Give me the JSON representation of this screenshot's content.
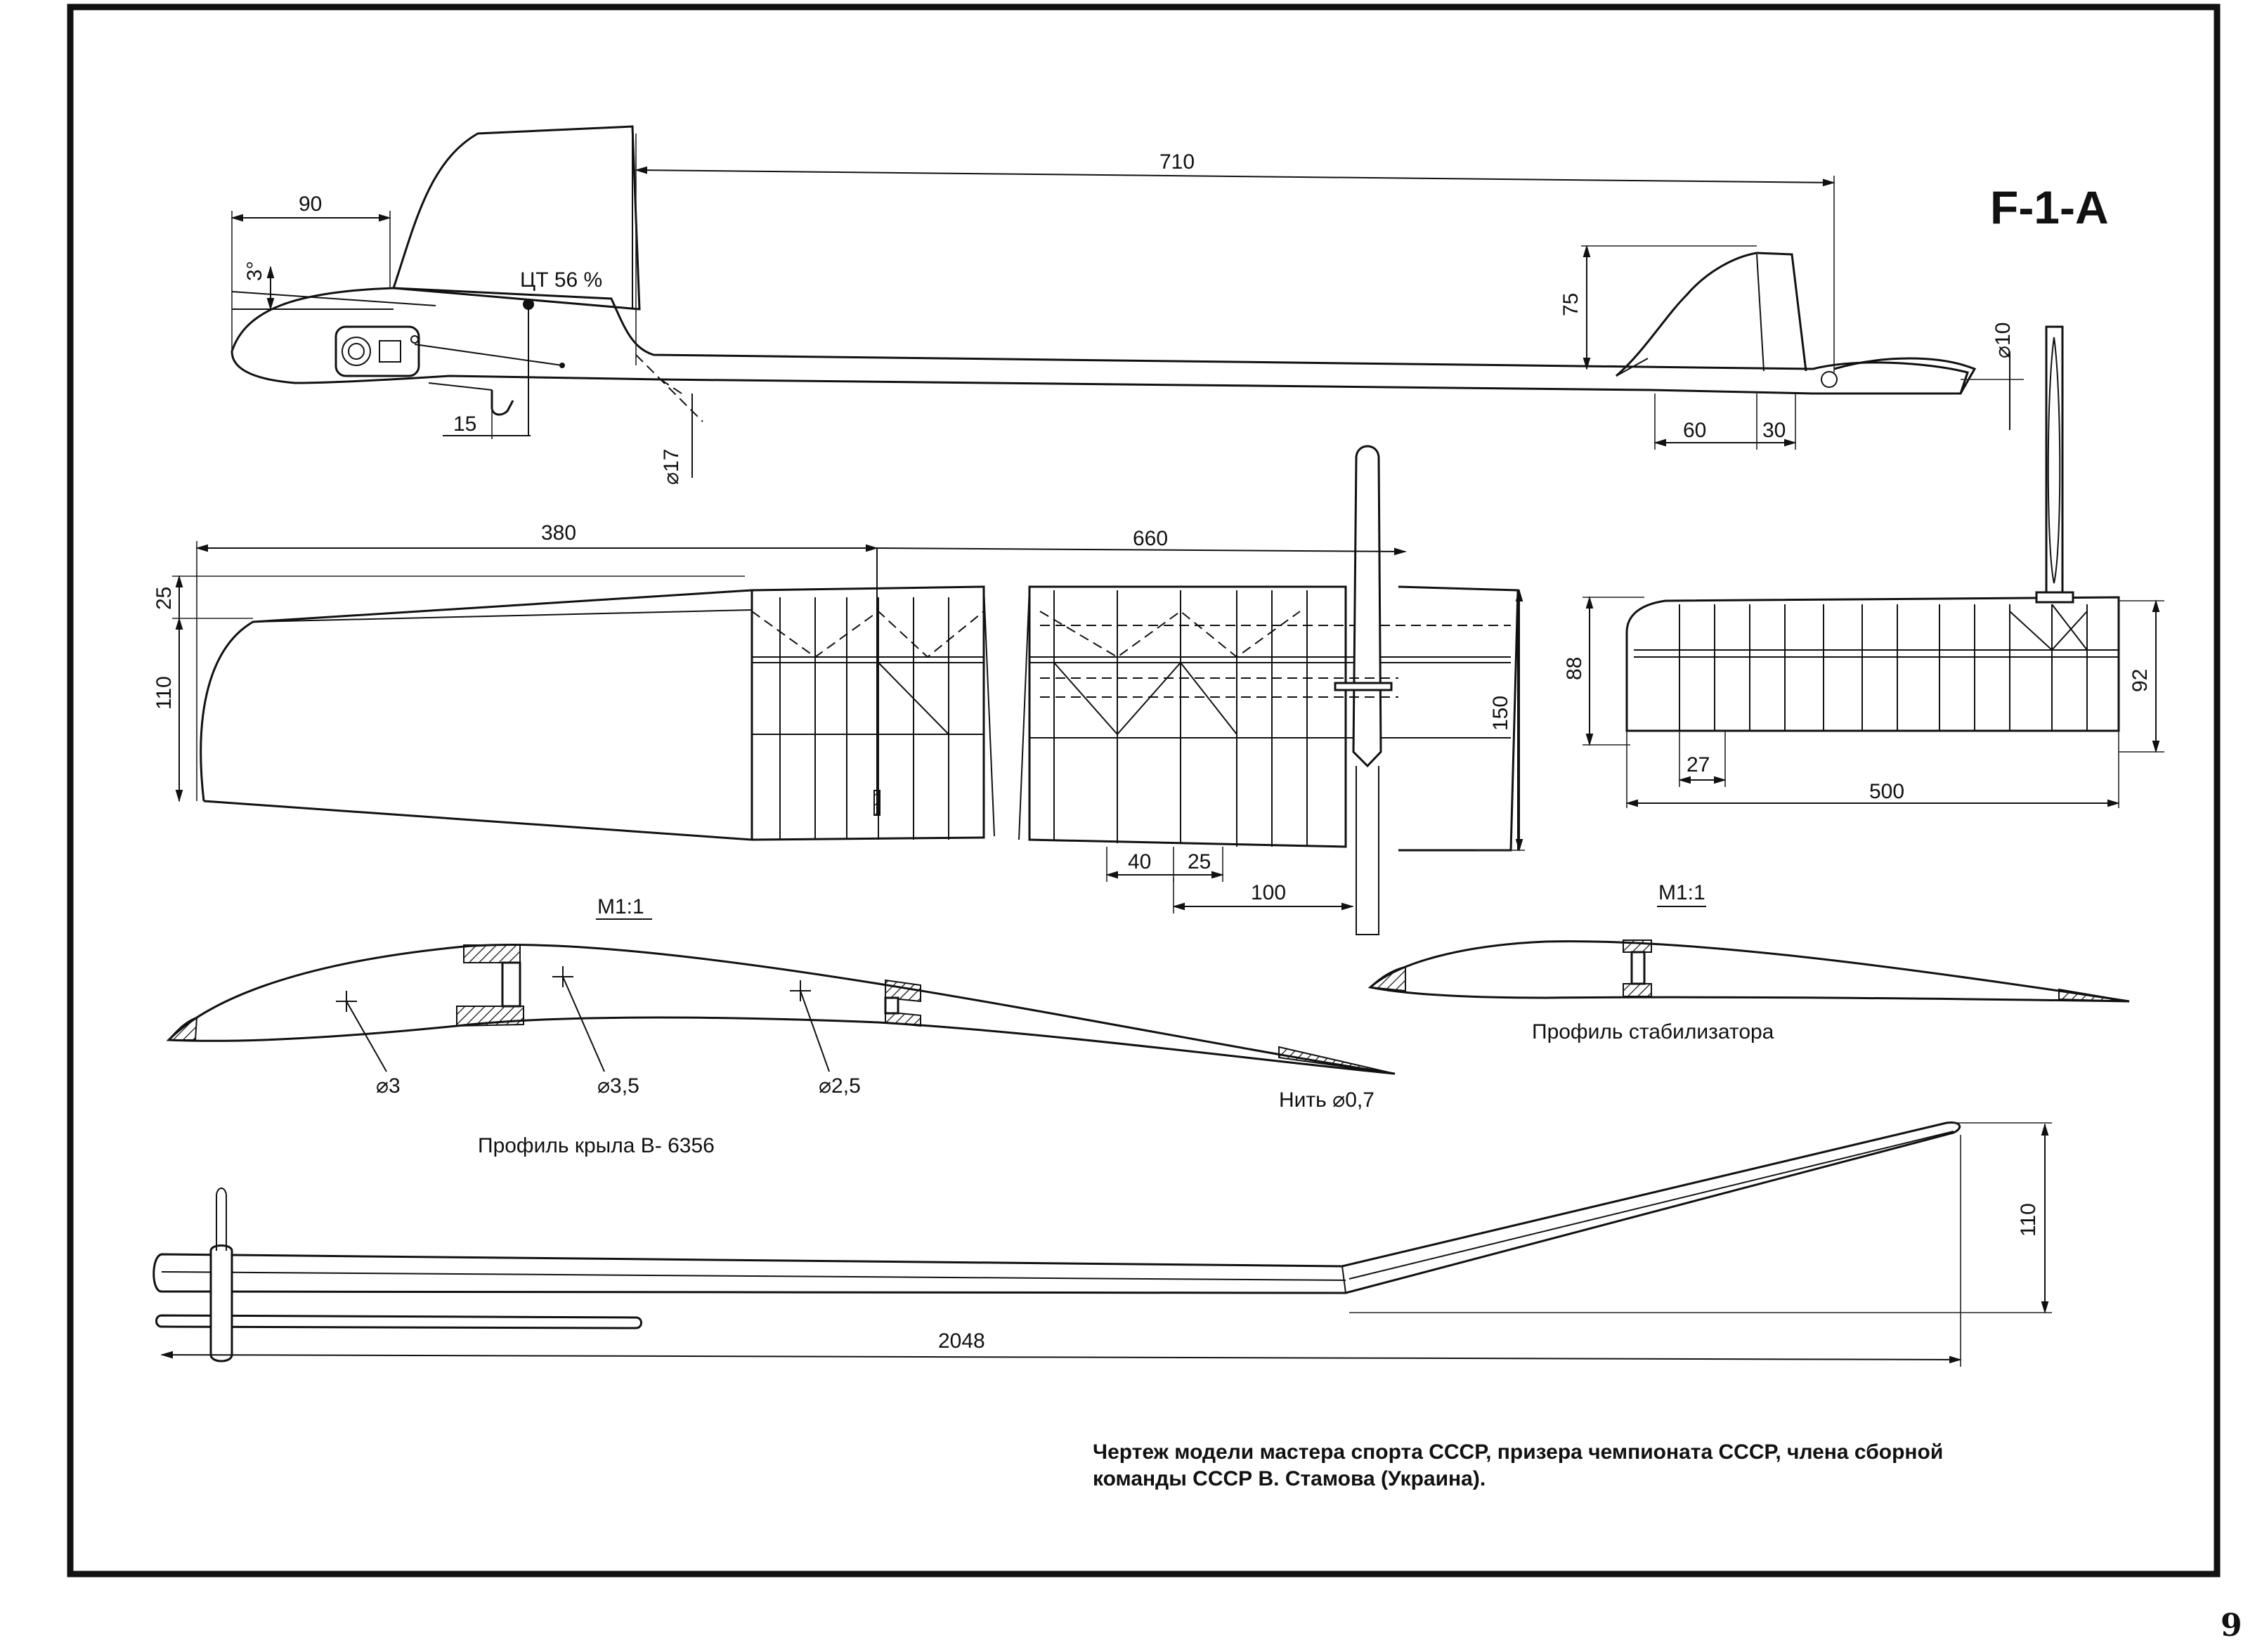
{
  "title": "F-1-A",
  "page_number": "9",
  "side_view": {
    "cg_label": "ЦТ 56 %",
    "dims": {
      "length": "710",
      "nose": "90",
      "angle": "3°",
      "hook": "15",
      "diam_rear": "⌀17",
      "fin_height": "75",
      "fin_root": "60",
      "fin_tail": "30",
      "diam_tail": "⌀10"
    }
  },
  "wing_plan": {
    "dims": {
      "inner_span": "380",
      "outer_span": "660",
      "tip_offset": "25",
      "tip_chord": "110",
      "root_chord": "150",
      "rib_spacing": "40",
      "rib_gap": "25",
      "joiner": "100"
    }
  },
  "stab_plan": {
    "dims": {
      "chord_left": "88",
      "chord_right": "92",
      "rib_spacing": "27",
      "span": "500"
    }
  },
  "wing_profile": {
    "scale": "М1:1",
    "name": "Профиль крыла В- 6356",
    "holes": [
      "⌀3",
      "⌀3,5",
      "⌀2,5"
    ],
    "thread": "Нить ⌀0,7"
  },
  "stab_profile": {
    "scale": "М1:1",
    "name": "Профиль стабилизатора"
  },
  "front_view": {
    "dims": {
      "dihedral": "110",
      "span": "2048"
    }
  },
  "caption": {
    "line1": "Чертеж модели мастера спорта СССР, призера чемпионата СССР, члена сборной",
    "line2": "команды СССР В. Стамова (Украина)."
  }
}
